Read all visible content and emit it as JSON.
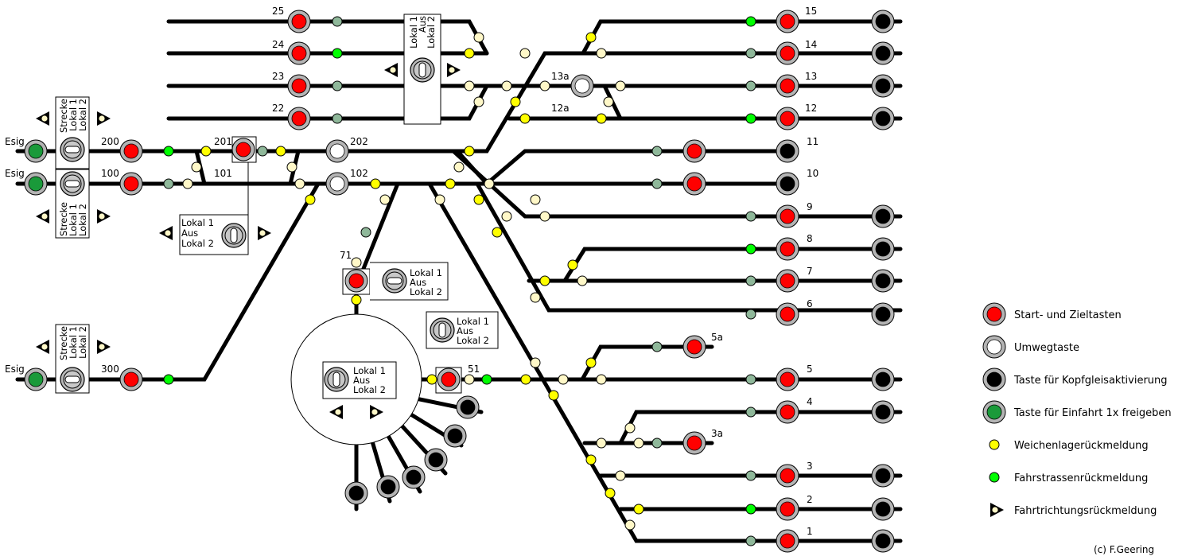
{
  "colors": {
    "start_key": "#ff0000",
    "detour_key": "#ffffff",
    "headtrack_key": "#000000",
    "entry_key": "#1a9a3a",
    "point_feedback": "#ffff00",
    "point_feedback_dim": "#fff8c8",
    "route_feedback": "#00ff00",
    "route_feedback_off": "#8fb89a",
    "key_ring": "#b4b4b4"
  },
  "track_labels": {
    "t25": "25",
    "t24": "24",
    "t23": "23",
    "t22": "22",
    "t15": "15",
    "t14": "14",
    "t13": "13",
    "t13a": "13a",
    "t12": "12",
    "t12a": "12a",
    "t11": "11",
    "t10": "10",
    "t9": "9",
    "t8": "8",
    "t7": "7",
    "t6": "6",
    "t5a": "5a",
    "t5": "5",
    "t51": "51",
    "t4": "4",
    "t3a": "3a",
    "t3": "3",
    "t2": "2",
    "t1": "1",
    "t200": "200",
    "t201": "201",
    "t202": "202",
    "t100": "100",
    "t101": "101",
    "t102": "102",
    "t300": "300",
    "t71": "71",
    "esig1": "Esig",
    "esig2": "Esig",
    "esig3": "Esig"
  },
  "switches": {
    "lokal1": "Lokal 1",
    "aus": "Aus",
    "lokal2": "Lokal 2",
    "strecke": "Strecke"
  },
  "legend": {
    "start": "Start- und Zieltasten",
    "detour": "Umwegtaste",
    "headtrack": "Taste für Kopfgleisaktivierung",
    "entry": "Taste für Einfahrt 1x freigeben",
    "point": "Weichenlagerückmeldung",
    "route": "Fahrstrassenrückmeldung",
    "direction": "Fahrtrichtungsrückmeldung"
  },
  "copyright": "(c) F.Geering"
}
